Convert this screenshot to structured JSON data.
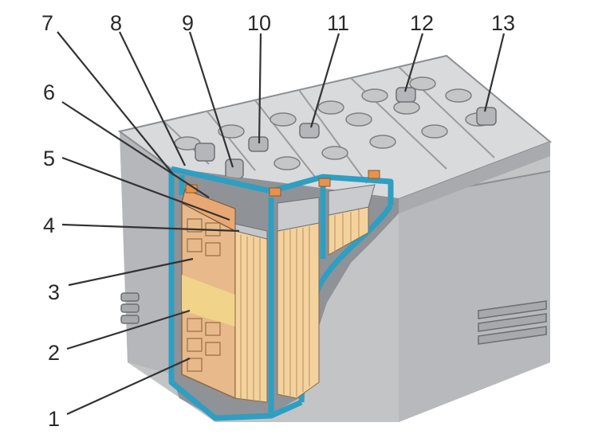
{
  "labels": {
    "l1": "1",
    "l2": "2",
    "l3": "3",
    "l4": "4",
    "l5": "5",
    "l6": "6",
    "l7": "7",
    "l8": "8",
    "l9": "9",
    "l10": "10",
    "l11": "11",
    "l12": "12",
    "l13": "13"
  },
  "colors": {
    "case": "#c9cacc",
    "case_dark": "#9c9ea1",
    "lid": "#d9dadc",
    "separator_blue": "#2e9fc2",
    "plate_tan": "#e8b98a",
    "separator_yellow": "#f2d38a",
    "lines": "#333333"
  }
}
